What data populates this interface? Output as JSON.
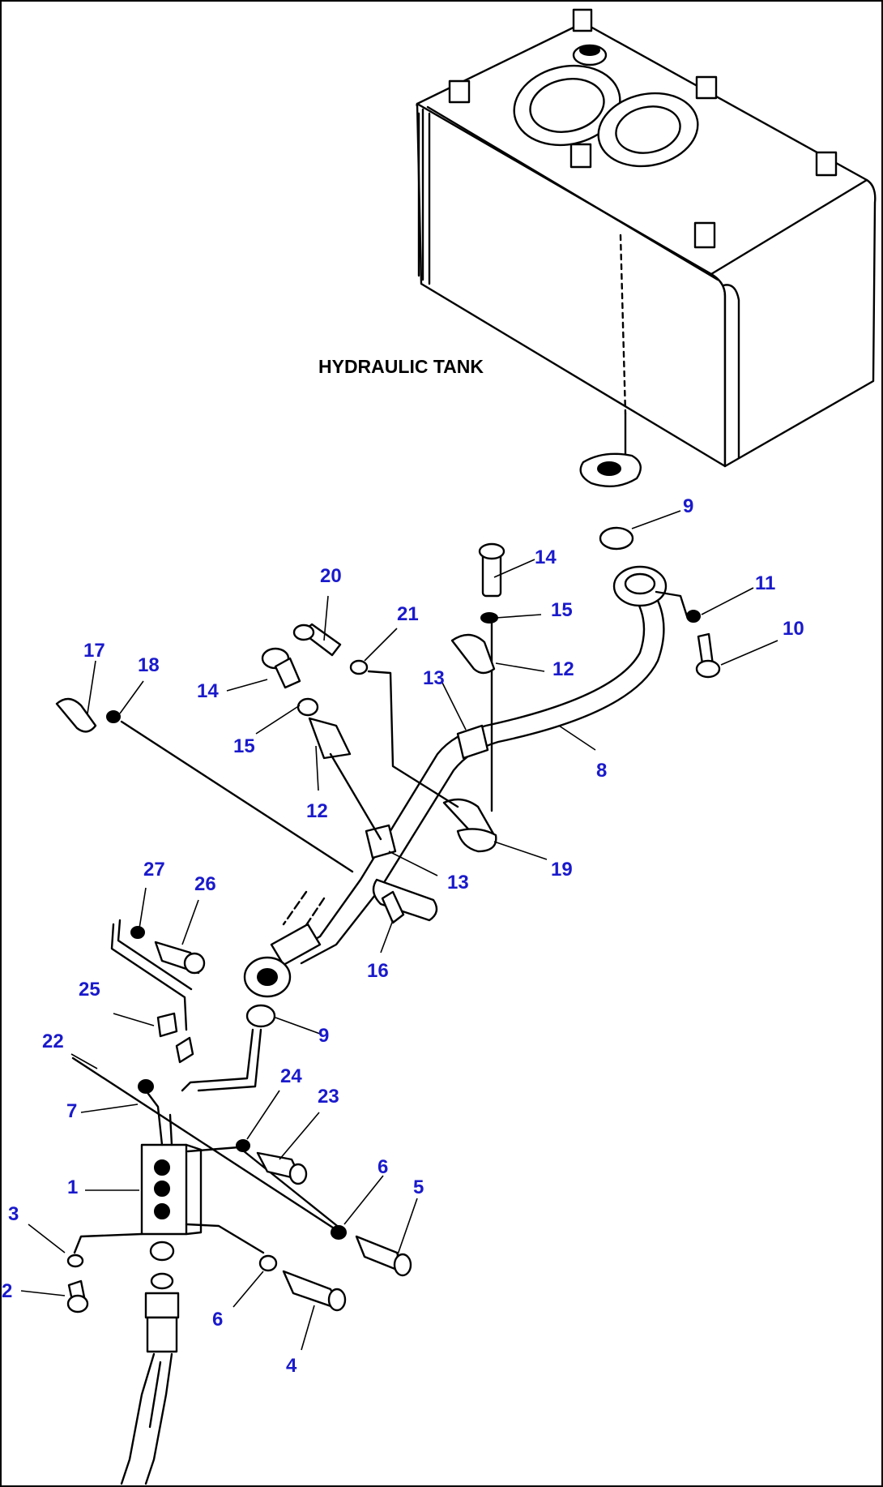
{
  "tank_label": "HYDRAULIC TANK",
  "callout_color": "#1a1acc",
  "callouts": [
    {
      "id": "c9a",
      "text": "9"
    },
    {
      "id": "c14a",
      "text": "14"
    },
    {
      "id": "c15a",
      "text": "15"
    },
    {
      "id": "c11",
      "text": "11"
    },
    {
      "id": "c10",
      "text": "10"
    },
    {
      "id": "c12a",
      "text": "12"
    },
    {
      "id": "c20",
      "text": "20"
    },
    {
      "id": "c21",
      "text": "21"
    },
    {
      "id": "c17",
      "text": "17"
    },
    {
      "id": "c18",
      "text": "18"
    },
    {
      "id": "c14b",
      "text": "14"
    },
    {
      "id": "c13a",
      "text": "13"
    },
    {
      "id": "c15b",
      "text": "15"
    },
    {
      "id": "c8",
      "text": "8"
    },
    {
      "id": "c12b",
      "text": "12"
    },
    {
      "id": "c19",
      "text": "19"
    },
    {
      "id": "c13b",
      "text": "13"
    },
    {
      "id": "c27",
      "text": "27"
    },
    {
      "id": "c26",
      "text": "26"
    },
    {
      "id": "c16",
      "text": "16"
    },
    {
      "id": "c25",
      "text": "25"
    },
    {
      "id": "c9b",
      "text": "9"
    },
    {
      "id": "c22",
      "text": "22"
    },
    {
      "id": "c24",
      "text": "24"
    },
    {
      "id": "c23",
      "text": "23"
    },
    {
      "id": "c7",
      "text": "7"
    },
    {
      "id": "c1",
      "text": "1"
    },
    {
      "id": "c6a",
      "text": "6"
    },
    {
      "id": "c5",
      "text": "5"
    },
    {
      "id": "c3",
      "text": "3"
    },
    {
      "id": "c2",
      "text": "2"
    },
    {
      "id": "c6b",
      "text": "6"
    },
    {
      "id": "c4",
      "text": "4"
    }
  ]
}
